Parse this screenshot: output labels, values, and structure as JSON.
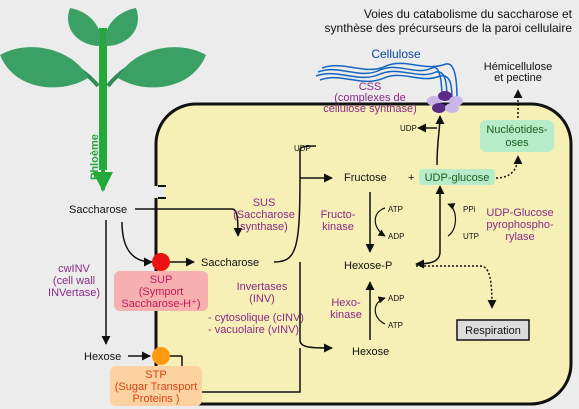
{
  "title": {
    "line1": "Voies du catabolisme du saccharose et",
    "line2": "synthèse des précurseurs de la paroi cellulaire"
  },
  "labels": {
    "phloeme": "Phloème",
    "cellulose": "Cellulose",
    "hemicellulose": "Hémicellulose",
    "et_pectine": "et pectine",
    "css": {
      "l1": "CSS",
      "l2": "(complexes de",
      "l3": "cellulose synthase)"
    },
    "nucleotides": {
      "l1": "Nucléotides-",
      "l2": "oses"
    },
    "udp_top": "UDP",
    "udp_left": "UDP",
    "fructose": "Fructose",
    "plus": "+",
    "udp_glucose": "UDP-glucose",
    "saccharose_out": "Saccharose",
    "saccharose_in": "Saccharose",
    "sus": {
      "l1": "SUS",
      "l2": "(Saccharose",
      "l3": "synthase)"
    },
    "fructokinase": {
      "l1": "Fructo-",
      "l2": "kinase"
    },
    "atp1": "ATP",
    "adp1": "ADP",
    "ppi": "PPi",
    "utp": "UTP",
    "ugp": {
      "l1": "UDP-Glucose",
      "l2": "pyrophospho-",
      "l3": "rylase"
    },
    "hexose_p": "Hexose-P",
    "cwinv": {
      "l1": "cwINV",
      "l2": "(cell wall",
      "l3": "INVertase)"
    },
    "sup": {
      "l1": "SUP",
      "l2": "(Symport",
      "l3": "Saccharose-H⁺)"
    },
    "invertases": {
      "l1": "Invertases",
      "l2": "(INV)",
      "l3": "- cytosolique (cINV)",
      "l4": "- vacuolaire (vINV)"
    },
    "hexokinase": {
      "l1": "Hexo-",
      "l2": "kinase"
    },
    "adp2": "ADP",
    "atp2": "ATP",
    "respiration": "Respiration",
    "hexose_out": "Hexose",
    "hexose_in": "Hexose",
    "stp": {
      "l1": "STP",
      "l2": "(Sugar Transport",
      "l3": "Proteins )"
    }
  },
  "colors": {
    "cell_fill": "#f7f0b6",
    "leaf": "#3aa064",
    "stem": "#23a83a",
    "purple_text": "#8a2a86",
    "sup_node": "#ee1111",
    "stp_node": "#ff9a0e",
    "cellulose_fiber": "#1565c0"
  }
}
